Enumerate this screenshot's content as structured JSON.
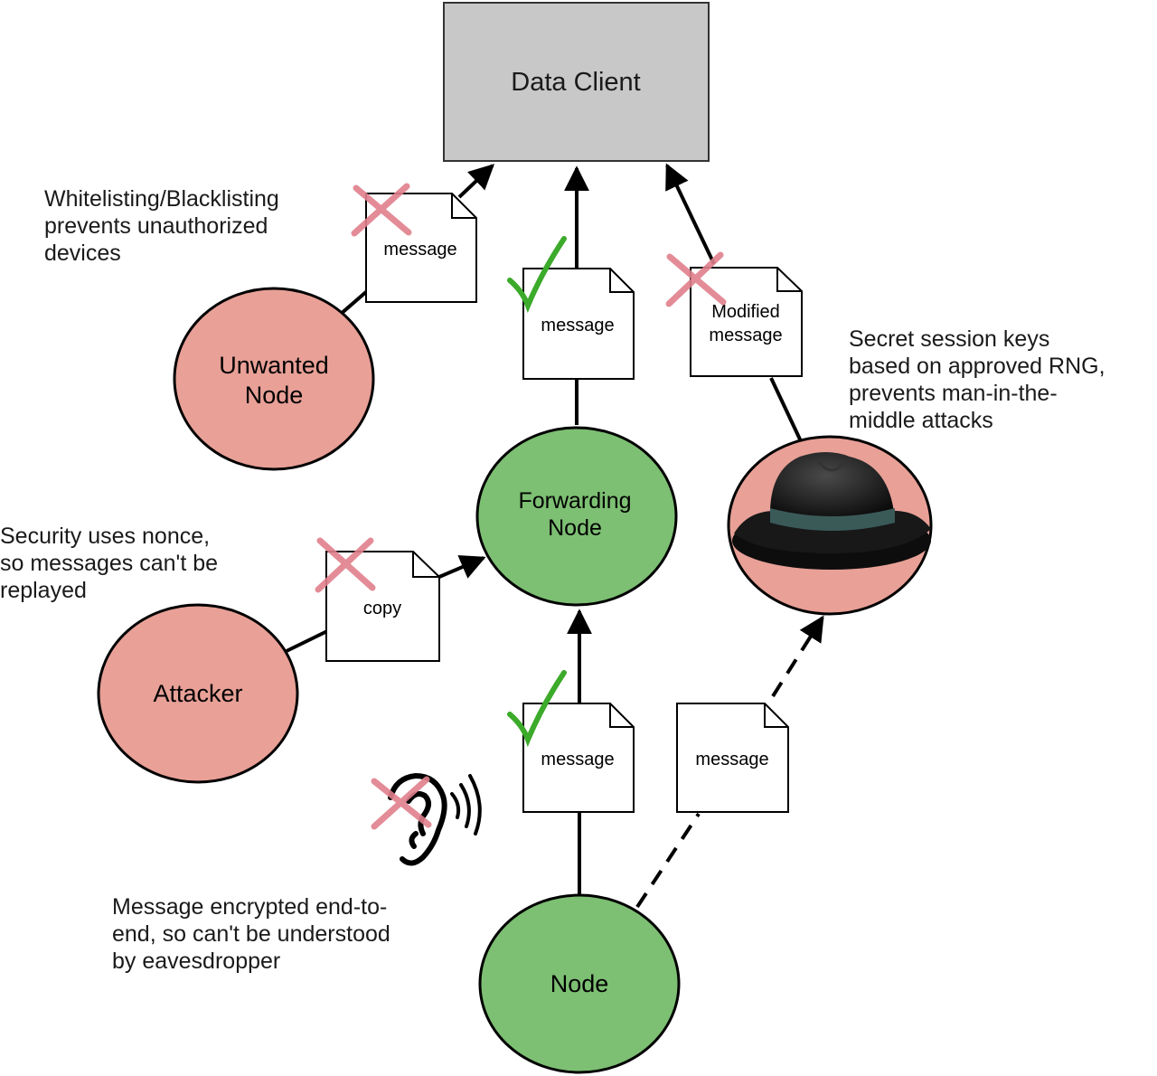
{
  "colors": {
    "allowed_node": "#7dbf73",
    "blocked_node": "#e8a097",
    "client_box": "#c8c8c8",
    "x_mark": "#e0808c",
    "check_mark": "#3caa2a"
  },
  "nodes": {
    "data_client": "Data Client",
    "forwarding_line1": "Forwarding",
    "forwarding_line2": "Node",
    "unwanted_line1": "Unwanted",
    "unwanted_line2": "Node",
    "attacker": "Attacker",
    "node": "Node"
  },
  "messages": {
    "unwanted": "message",
    "forward_top": "message",
    "modified_line1": "Modified",
    "modified_line2": "message",
    "copy": "copy",
    "node_bottom": "message",
    "intercepted": "message"
  },
  "annotations": {
    "whitelist": [
      "Whitelisting/Blacklisting",
      "prevents unauthorized",
      "devices"
    ],
    "secret_keys": [
      "Secret session keys",
      "based on approved RNG,",
      "prevents man-in-the-",
      "middle attacks"
    ],
    "nonce": [
      "Security uses nonce,",
      "so messages can't be",
      "replayed"
    ],
    "encryption": [
      "Message encrypted end-to-",
      "end, so can't be understood",
      "by eavesdropper"
    ]
  },
  "icons": [
    "x-mark-icon",
    "check-mark-icon",
    "ear-icon",
    "fedora-hat-icon"
  ]
}
